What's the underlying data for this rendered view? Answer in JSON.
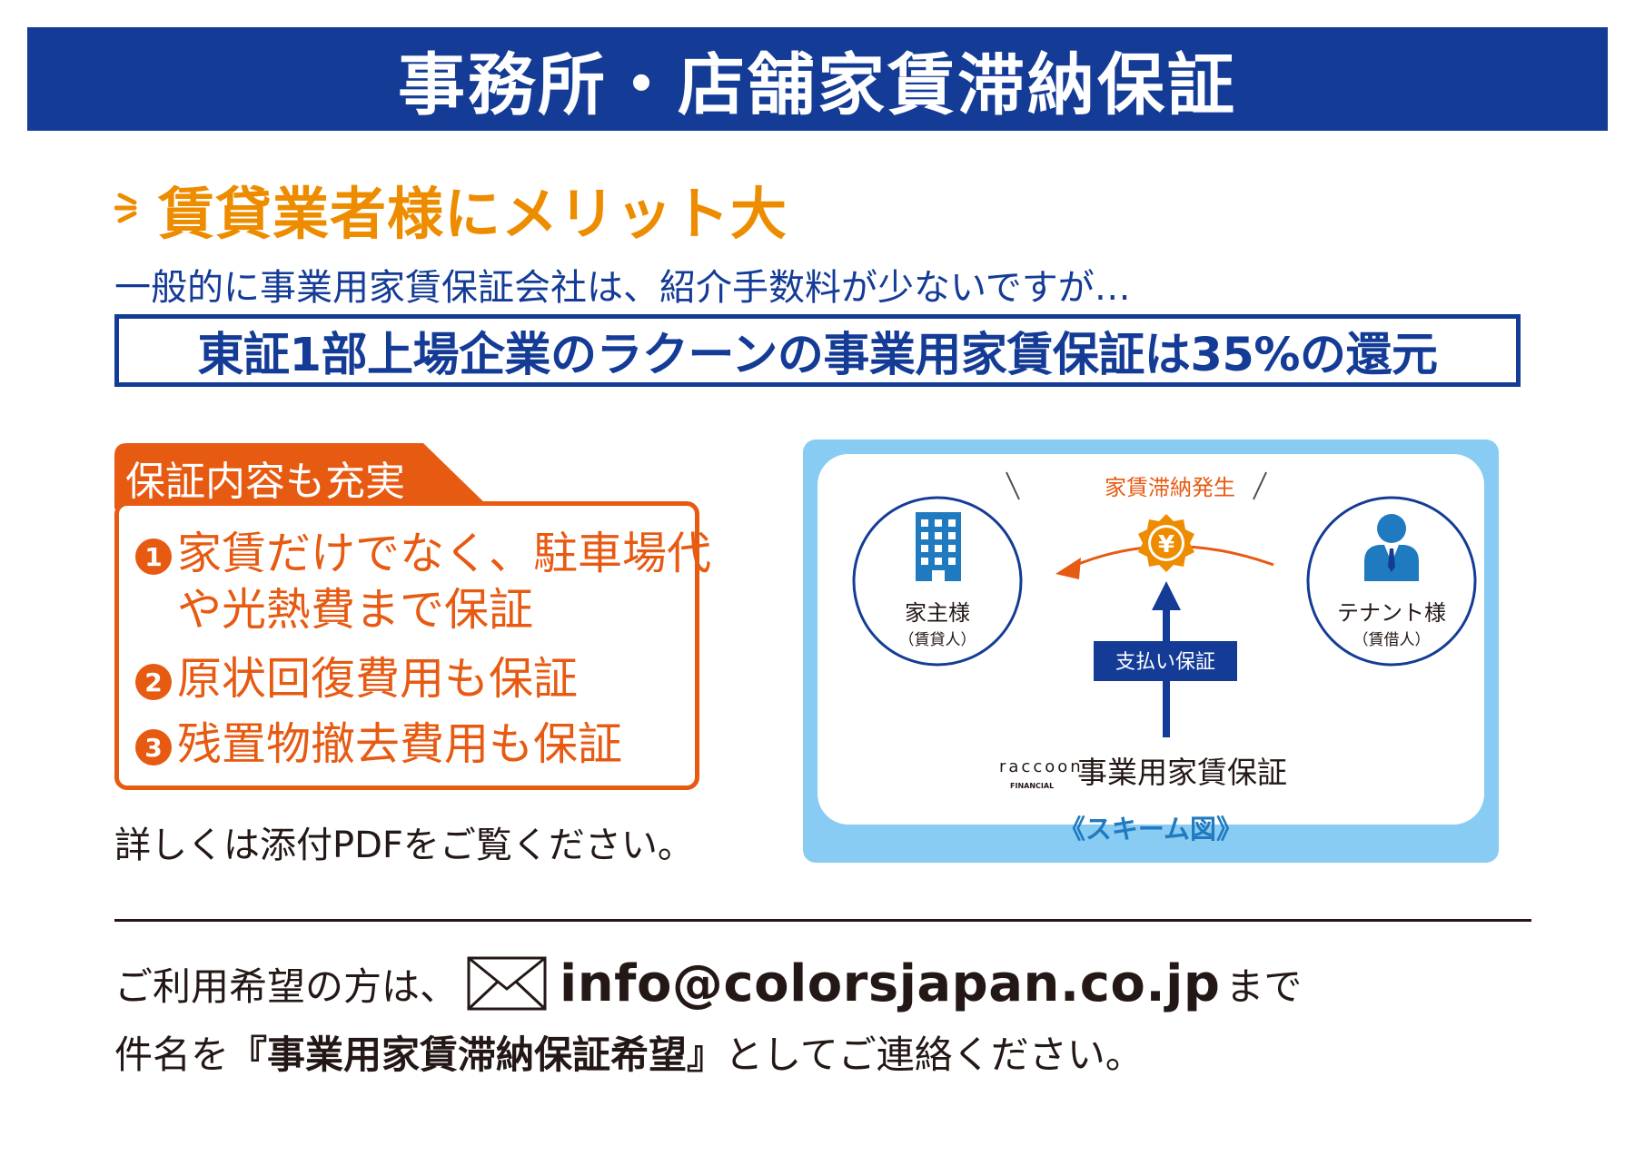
{
  "header": {
    "title": "事務所・店舗家賃滞納保証"
  },
  "merit": {
    "heading": "賃貸業者様にメリット大",
    "intro": "一般的に事業用家賃保証会社は、紹介手数料が少ないですが…",
    "highlight": "東証1部上場企業のラクーンの事業用家賃保証は35%の還元"
  },
  "coverage": {
    "tab_label": "保証内容も充実",
    "items": [
      {
        "num": "1",
        "line1": "家賃だけでなく、駐車場代",
        "line2": "や光熱費まで保証"
      },
      {
        "num": "2",
        "line1": "原状回復費用も保証"
      },
      {
        "num": "3",
        "line1": "残置物撤去費用も保証"
      }
    ],
    "note": "詳しくは添付PDFをご覧ください。"
  },
  "scheme": {
    "event_label": "家賃滞納発生",
    "yen_symbol": "¥",
    "landlord": {
      "name": "家主様",
      "role": "（賃貸人）"
    },
    "tenant": {
      "name": "テナント様",
      "role": "（賃借人）"
    },
    "payment_label": "支払い保証",
    "brand_logo": "raccoon",
    "brand_sub": "FINANCIAL",
    "brand_service": "事業用家賃保証",
    "caption": "《スキーム図》"
  },
  "contact": {
    "prefix": "ご利用希望の方は、",
    "email": "info@colorsjapan.co.jp",
    "suffix": "まで",
    "line2_before": "件名を",
    "subject": "『事業用家賃滞納保証希望』",
    "line2_after": "としてご連絡ください。"
  },
  "colors": {
    "navy": "#143c96",
    "orange": "#ee8c00",
    "orange_red": "#e75a12",
    "light_blue": "#88cbf3",
    "icon_blue": "#1f7ac0"
  },
  "icons": [
    "building-icon",
    "person-icon",
    "yen-badge-icon",
    "mail-icon"
  ]
}
